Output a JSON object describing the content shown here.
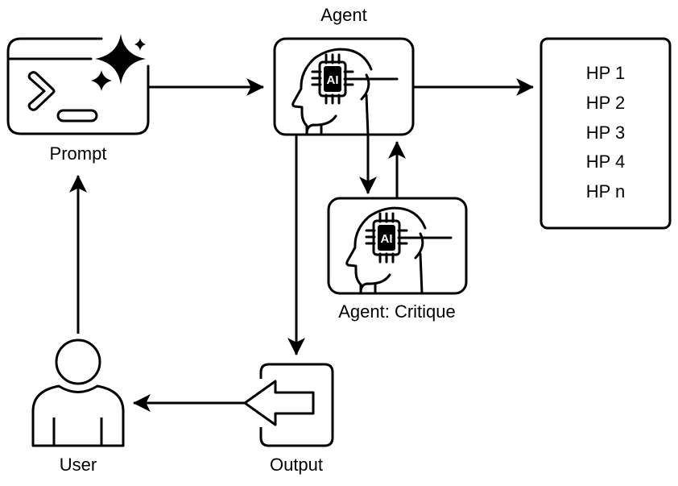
{
  "diagram": {
    "nodes": {
      "prompt": {
        "label": "Prompt",
        "icon": "terminal-sparkle-icon"
      },
      "agent": {
        "label": "Agent",
        "icon": "ai-head-icon",
        "chip_text": "AI"
      },
      "critique": {
        "label": "Agent: Critique",
        "icon": "ai-head-icon",
        "chip_text": "AI"
      },
      "hp_list": {
        "items": [
          "HP 1",
          "HP 2",
          "HP 3",
          "HP 4",
          "HP n"
        ]
      },
      "output": {
        "label": "Output",
        "icon": "output-arrow-icon"
      },
      "user": {
        "label": "User",
        "icon": "user-icon"
      }
    },
    "edges": [
      {
        "from": "prompt",
        "to": "agent"
      },
      {
        "from": "agent",
        "to": "hp_list"
      },
      {
        "from": "agent",
        "to": "critique"
      },
      {
        "from": "critique",
        "to": "agent"
      },
      {
        "from": "agent",
        "to": "output"
      },
      {
        "from": "output",
        "to": "user"
      },
      {
        "from": "user",
        "to": "prompt"
      }
    ],
    "colors": {
      "stroke": "#000000",
      "background": "#ffffff"
    }
  }
}
